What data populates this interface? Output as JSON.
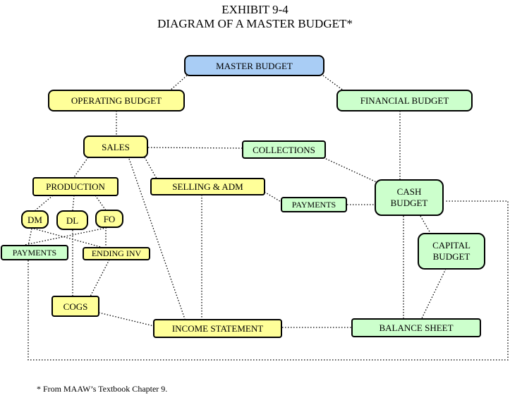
{
  "header": {
    "title": "EXHIBIT 9-4",
    "subtitle": "DIAGRAM OF A MASTER BUDGET*"
  },
  "colors": {
    "blue": "#a9cdf5",
    "yellow": "#ffff99",
    "green": "#ccffcc"
  },
  "nodes": {
    "master_budget": "MASTER BUDGET",
    "operating_budget": "OPERATING BUDGET",
    "financial_budget": "FINANCIAL BUDGET",
    "sales": "SALES",
    "collections": "COLLECTIONS",
    "production": "PRODUCTION",
    "selling_adm": "SELLING & ADM",
    "payments_middle": "PAYMENTS",
    "cash_budget_line1": "CASH",
    "cash_budget_line2": "BUDGET",
    "dm": "DM",
    "dl": "DL",
    "fo": "FO",
    "payments_left": "PAYMENTS",
    "ending_inv": "ENDING INV",
    "capital_budget_line1": "CAPITAL",
    "capital_budget_line2": "BUDGET",
    "cogs": "COGS",
    "income_statement": "INCOME STATEMENT",
    "balance_sheet": "BALANCE SHEET"
  },
  "footnote": "* From MAAW’s Textbook Chapter 9."
}
